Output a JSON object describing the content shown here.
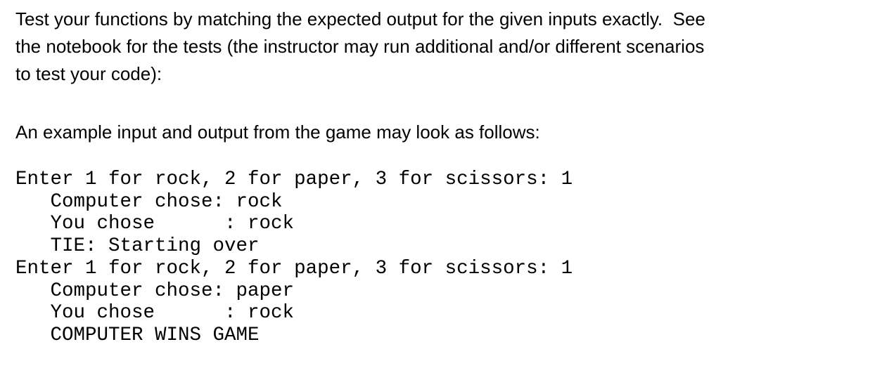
{
  "page": {
    "background_color": "#ffffff",
    "text_color": "#000000"
  },
  "instructions": {
    "paragraph1_lines": [
      "Test your functions by matching the expected output for the given inputs exactly.  See",
      "the notebook for the tests (the instructor may run additional and/or different scenarios",
      "to test your code):"
    ],
    "paragraph2": "An example input and output from the game may look as follows:"
  },
  "console_example": {
    "lines": [
      "Enter 1 for rock, 2 for paper, 3 for scissors: 1",
      "   Computer chose: rock",
      "   You chose      : rock",
      "   TIE: Starting over",
      "Enter 1 for rock, 2 for paper, 3 for scissors: 1",
      "   Computer chose: paper",
      "   You chose      : rock",
      "   COMPUTER WINS GAME"
    ]
  }
}
